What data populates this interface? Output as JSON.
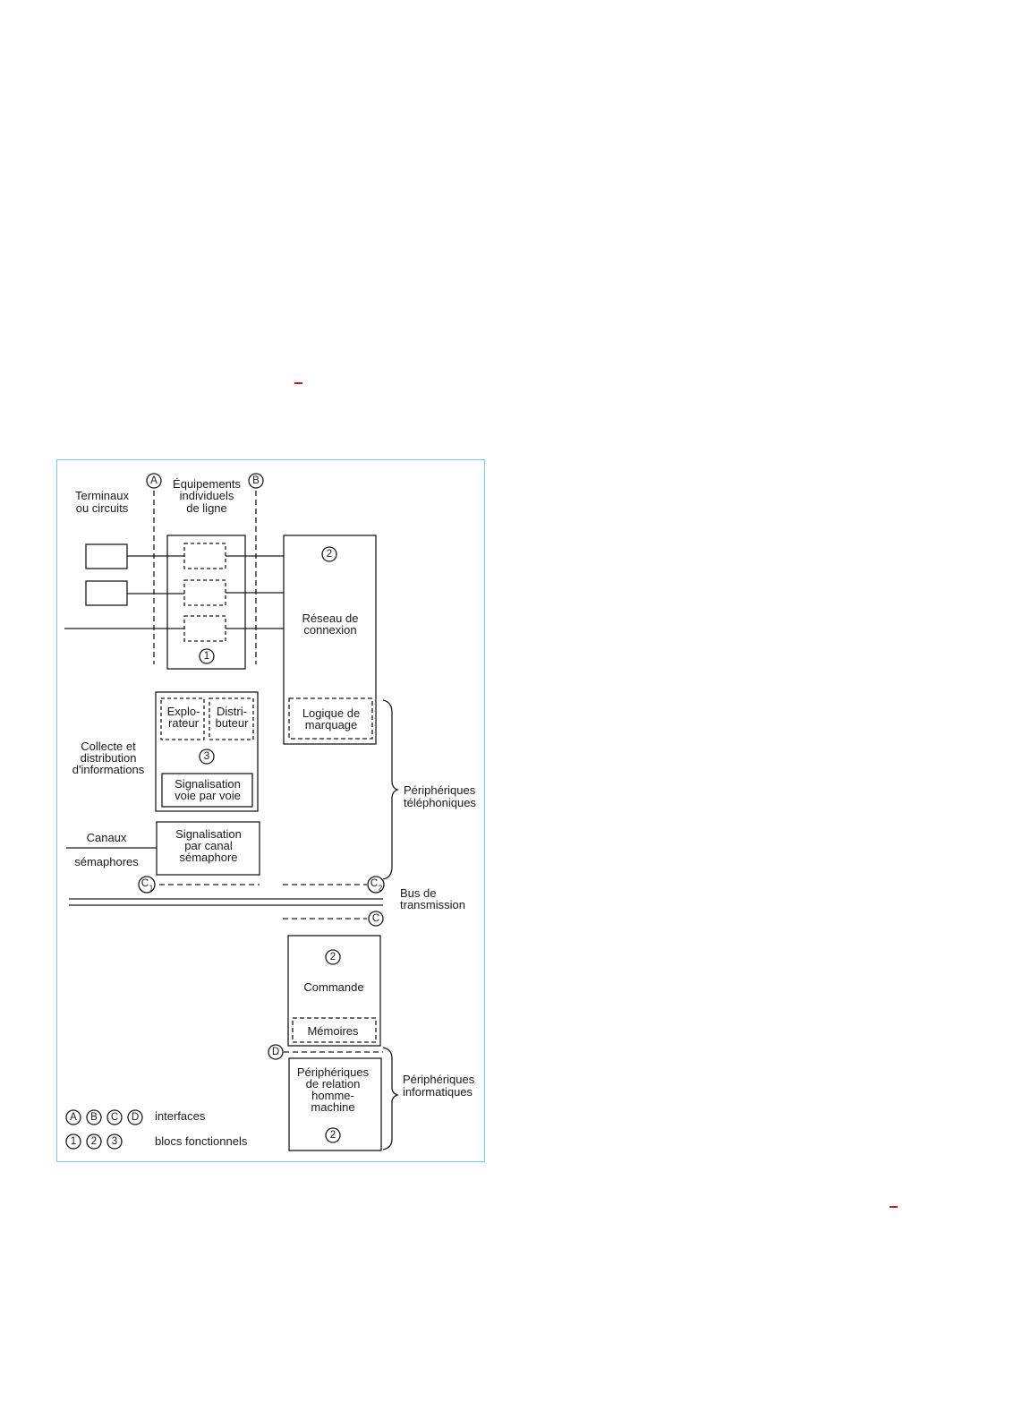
{
  "diagram": {
    "labels": {
      "terminaux": [
        "Terminaux",
        "ou circuits"
      ],
      "equipements": [
        "Équipements",
        "individuels",
        "de ligne"
      ],
      "reseau": [
        "Réseau de",
        "connexion"
      ],
      "logique": [
        "Logique de",
        "marquage"
      ],
      "explorateur": [
        "Explo-",
        "rateur"
      ],
      "distributeur": [
        "Distri-",
        "buteur"
      ],
      "collecte": [
        "Collecte et",
        "distribution",
        "d'informations"
      ],
      "signalisation_voie": [
        "Signalisation",
        "voie par voie"
      ],
      "canaux": "Canaux",
      "semaphores": "sémaphores",
      "signalisation_canal": [
        "Signalisation",
        "par canal",
        "sémaphore"
      ],
      "peripheriques_tel": [
        "Périphériques",
        "téléphoniques"
      ],
      "bus": [
        "Bus de",
        "transmission"
      ],
      "commande": "Commande",
      "memoires": "Mémoires",
      "peripheriques_relation": [
        "Périphériques",
        "de relation",
        "homme-",
        "machine"
      ],
      "peripheriques_info": [
        "Périphériques",
        "informatiques"
      ]
    },
    "markers": {
      "A": "A",
      "B": "B",
      "C": "C",
      "C1": "C",
      "C1_sub": "1",
      "C2": "C",
      "C2_sub": "2",
      "D": "D",
      "one": "1",
      "two": "2",
      "three": "3"
    },
    "legend": {
      "interfaces_symbols": [
        "A",
        "B",
        "C",
        "D"
      ],
      "interfaces_label": "interfaces",
      "blocs_symbols": [
        "1",
        "2",
        "3"
      ],
      "blocs_label": "blocs fonctionnels"
    }
  }
}
